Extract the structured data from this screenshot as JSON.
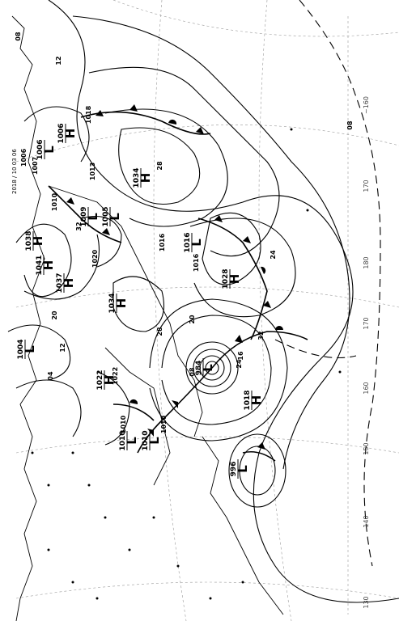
{
  "pressure_centers": [
    {
      "type": "H",
      "value": "1034"
    },
    {
      "type": "H",
      "value": "1028"
    },
    {
      "type": "H",
      "value": "1018"
    },
    {
      "type": "H",
      "value": "1038"
    },
    {
      "type": "H",
      "value": "1041"
    },
    {
      "type": "H",
      "value": "1037"
    },
    {
      "type": "H",
      "value": "1034"
    },
    {
      "type": "H",
      "value": "1022"
    },
    {
      "type": "H",
      "value": "1006"
    },
    {
      "type": "L",
      "value": "984"
    },
    {
      "type": "L",
      "value": "996"
    },
    {
      "type": "L",
      "value": "1004"
    },
    {
      "type": "L",
      "value": "1010"
    },
    {
      "type": "L",
      "value": "1005"
    },
    {
      "type": "L",
      "value": "1016"
    },
    {
      "type": "L",
      "value": "1009"
    },
    {
      "type": "L",
      "value": "1006"
    },
    {
      "type": "L",
      "value": "1010"
    }
  ],
  "isobar_labels": [
    "1018",
    "1013",
    "1016",
    "1016",
    "1010",
    "1007",
    "1006",
    "1010",
    "1020",
    "1022",
    "1010",
    "08",
    "12",
    "08",
    "24",
    "28",
    "32",
    "24",
    "20",
    "16",
    "20",
    "12",
    "28",
    "32",
    "04",
    "08"
  ],
  "longitude_labels": [
    "~160",
    "170",
    "180",
    "170",
    "160",
    "150",
    "140",
    "130"
  ],
  "header_text": "2018 / 10 03 06"
}
